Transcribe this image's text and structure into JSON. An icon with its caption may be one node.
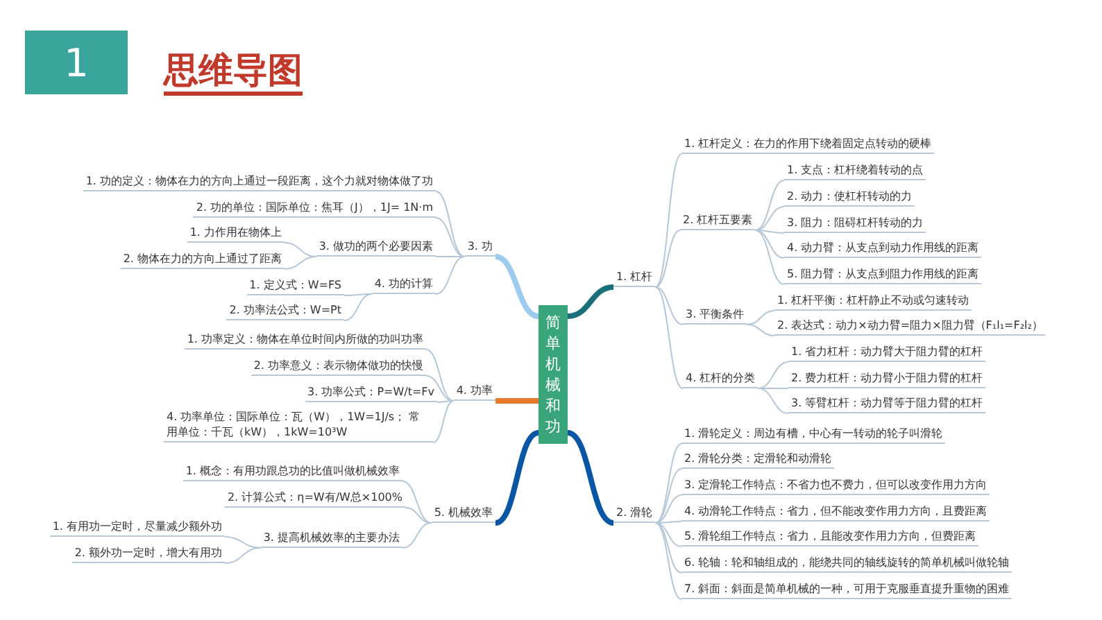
{
  "diagram": {
    "title": "思维导图",
    "nodes": [
      {
        "text": [
          "简单机械和功"
        ]
      },
      {
        "text": [
          "1. 杠杆"
        ]
      },
      {
        "text": [
          "1. 杠杆定义：在力的作用下绕着固定点转动的硬棒"
        ]
      },
      {
        "text": [
          "2. 杠杆五要素"
        ]
      },
      {
        "text": [
          "1. 支点：杠杆绕着转动的点"
        ]
      },
      {
        "text": [
          "2. 动力：使杠杆转动的力"
        ]
      },
      {
        "text": [
          "3. 阻力：阻碍杠杆转动的力"
        ]
      },
      {
        "text": [
          "4. 动力臂：从支点到动力作用线的距离"
        ]
      },
      {
        "text": [
          "5. 阻力臂：从支点到阻力作用线的距离"
        ]
      },
      {
        "text": [
          "3. 平衡条件"
        ]
      },
      {
        "text": [
          "1. 杠杆平衡：杠杆静止不动或匀速转动"
        ]
      },
      {
        "text": [
          "2. 表达式：动力×动力臂=阻力×阻力臂（F₁l₁=F₂l₂）"
        ]
      },
      {
        "text": [
          "4. 杠杆的分类"
        ]
      },
      {
        "text": [
          "1. 省力杠杆：动力臂大于阻力臂的杠杆"
        ]
      },
      {
        "text": [
          "2. 费力杠杆：动力臂小于阻力臂的杠杆"
        ]
      },
      {
        "text": [
          "3. 等臂杠杆：动力臂等于阻力臂的杠杆"
        ]
      },
      {
        "text": [
          "2. 滑轮"
        ]
      },
      {
        "text": [
          "1. 滑轮定义：周边有槽，中心有一转动的轮子叫滑轮"
        ]
      },
      {
        "text": [
          "2. 滑轮分类：定滑轮和动滑轮"
        ]
      },
      {
        "text": [
          "3. 定滑轮工作特点：不省力也不费力，但可以改变作用力方向"
        ]
      },
      {
        "text": [
          "4. 动滑轮工作特点：省力，但不能改变作用力方向，且费距离"
        ]
      },
      {
        "text": [
          "5. 滑轮组工作特点：省力，且能改变作用力方向，但费距离"
        ]
      },
      {
        "text": [
          "6. 轮轴：轮和轴组成的，能绕共同的轴线旋转的简单机械叫做轮轴"
        ]
      },
      {
        "text": [
          "7. 斜面：斜面是简单机械的一种，可用于克服垂直提升重物的困难"
        ]
      },
      {
        "text": [
          "3. 功"
        ]
      },
      {
        "text": [
          "1. 功的定义：物体在力的方向上通过一段距离，这个力就对物体做了功"
        ]
      },
      {
        "text": [
          "2. 功的单位：国际单位：焦耳（J），1J= 1N·m"
        ]
      },
      {
        "text": [
          "3. 做功的两个必要因素"
        ]
      },
      {
        "text": [
          "1. 力作用在物体上"
        ]
      },
      {
        "text": [
          "2. 物体在力的方向上通过了距离"
        ]
      },
      {
        "text": [
          "4. 功的计算"
        ]
      },
      {
        "text": [
          "1. 定义式：W=FS"
        ]
      },
      {
        "text": [
          "2. 功率法公式：W=Pt"
        ]
      },
      {
        "text": [
          "4. 功率"
        ]
      },
      {
        "text": [
          "1. 功率定义：物体在单位时间内所做的功叫功率"
        ]
      },
      {
        "text": [
          "2. 功率意义：表示物体做功的快慢"
        ]
      },
      {
        "text": [
          "3. 功率公式：P=W/t=Fv"
        ]
      },
      {
        "text": [
          "4. 功率单位：国际单位：瓦（W），1W=1J/s； 常用单位：千瓦（kW），1kW=10³W"
        ]
      },
      {
        "text": [
          "5. 机械效率"
        ]
      },
      {
        "text": [
          "1. 概念：有用功跟总功的比值叫做机械效率"
        ]
      },
      {
        "text": [
          "2. 计算公式：η=W有/W总×100%"
        ]
      },
      {
        "text": [
          "3. 提高机械效率的主要办法"
        ]
      },
      {
        "text": [
          "1. 有用功一定时，尽量减少额外功"
        ]
      },
      {
        "text": [
          "2. 额外功一定时，增大有用功"
        ]
      }
    ],
    "edges": [
      {
        "from": 0,
        "to": 1,
        "arrow": "none",
        "style": "thick",
        "color": "#1b6f78"
      },
      {
        "from": 1,
        "to": 2,
        "arrow": "none"
      },
      {
        "from": 1,
        "to": 3,
        "arrow": "none"
      },
      {
        "from": 3,
        "to": 4,
        "arrow": "none"
      },
      {
        "from": 3,
        "to": 5,
        "arrow": "none"
      },
      {
        "from": 3,
        "to": 6,
        "arrow": "none"
      },
      {
        "from": 3,
        "to": 7,
        "arrow": "none"
      },
      {
        "from": 3,
        "to": 8,
        "arrow": "none"
      },
      {
        "from": 1,
        "to": 9,
        "arrow": "none"
      },
      {
        "from": 9,
        "to": 10,
        "arrow": "none"
      },
      {
        "from": 9,
        "to": 11,
        "arrow": "none"
      },
      {
        "from": 1,
        "to": 12,
        "arrow": "none"
      },
      {
        "from": 12,
        "to": 13,
        "arrow": "none"
      },
      {
        "from": 12,
        "to": 14,
        "arrow": "none"
      },
      {
        "from": 12,
        "to": 15,
        "arrow": "none"
      },
      {
        "from": 0,
        "to": 16,
        "arrow": "none",
        "style": "thick",
        "color": "#0b56a4"
      },
      {
        "from": 16,
        "to": 17,
        "arrow": "none"
      },
      {
        "from": 16,
        "to": 18,
        "arrow": "none"
      },
      {
        "from": 16,
        "to": 19,
        "arrow": "none"
      },
      {
        "from": 16,
        "to": 20,
        "arrow": "none"
      },
      {
        "from": 16,
        "to": 21,
        "arrow": "none"
      },
      {
        "from": 16,
        "to": 22,
        "arrow": "none"
      },
      {
        "from": 16,
        "to": 23,
        "arrow": "none"
      },
      {
        "from": 0,
        "to": 24,
        "arrow": "none",
        "style": "thick",
        "color": "#9ccbee"
      },
      {
        "from": 24,
        "to": 25,
        "arrow": "none"
      },
      {
        "from": 24,
        "to": 26,
        "arrow": "none"
      },
      {
        "from": 24,
        "to": 27,
        "arrow": "none"
      },
      {
        "from": 27,
        "to": 28,
        "arrow": "none"
      },
      {
        "from": 27,
        "to": 29,
        "arrow": "none"
      },
      {
        "from": 24,
        "to": 30,
        "arrow": "none"
      },
      {
        "from": 30,
        "to": 31,
        "arrow": "none"
      },
      {
        "from": 30,
        "to": 32,
        "arrow": "none"
      },
      {
        "from": 0,
        "to": 33,
        "arrow": "none",
        "style": "thick",
        "color": "#e57b2c"
      },
      {
        "from": 33,
        "to": 34,
        "arrow": "none"
      },
      {
        "from": 33,
        "to": 35,
        "arrow": "none"
      },
      {
        "from": 33,
        "to": 36,
        "arrow": "none"
      },
      {
        "from": 33,
        "to": 37,
        "arrow": "none"
      },
      {
        "from": 0,
        "to": 38,
        "arrow": "none",
        "style": "thick",
        "color": "#0b56a4"
      },
      {
        "from": 38,
        "to": 39,
        "arrow": "none"
      },
      {
        "from": 38,
        "to": 40,
        "arrow": "none"
      },
      {
        "from": 38,
        "to": 41,
        "arrow": "none"
      },
      {
        "from": 41,
        "to": 42,
        "arrow": "none"
      },
      {
        "from": 41,
        "to": 43,
        "arrow": "none"
      }
    ],
    "labels": [
      "1"
    ]
  }
}
